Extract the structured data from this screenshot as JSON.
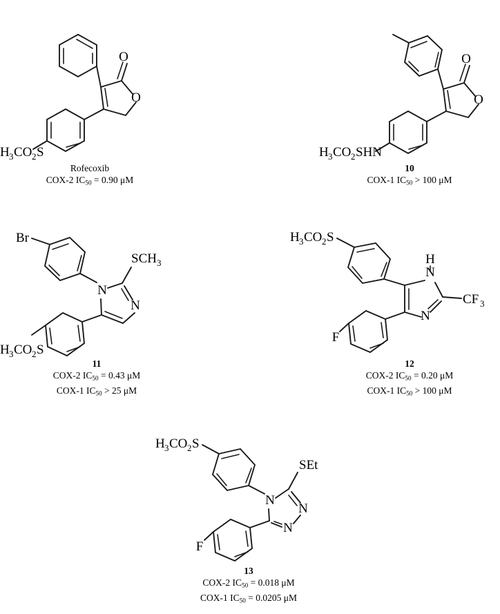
{
  "figure": {
    "type": "chemical-structure-panel",
    "background_color": "#ffffff",
    "ink_color": "#1a1a1a",
    "units": "μM"
  },
  "compounds": [
    {
      "id": "rofecoxib",
      "name": "Rofecoxib",
      "label_is_bold": false,
      "core": "3-phenyl-4-(4-methylsulfonylphenyl)-2(5H)-furanone",
      "atom_labels": [
        "O",
        "O",
        "H",
        "3",
        "CO",
        "2",
        "S"
      ],
      "substituent_text": "H₃CO₂S",
      "data_lines": [
        "COX-2 IC₅₀ = 0.90 μM"
      ],
      "assays": [
        {
          "enzyme": "COX-2",
          "metric": "IC50",
          "operator": "=",
          "value": "0.90",
          "unit": "μM"
        }
      ]
    },
    {
      "id": "compound-10",
      "name": "10",
      "label_is_bold": true,
      "core": "3-(4-methylphenyl)-4-(4-(methanesulfonamido)phenyl)-2(5H)-furanone",
      "substituent_text": "H₃CO₂SHN",
      "data_lines": [
        "COX-1 IC₅₀ > 100 μM"
      ],
      "assays": [
        {
          "enzyme": "COX-1",
          "metric": "IC50",
          "operator": ">",
          "value": "100",
          "unit": "μM"
        }
      ]
    },
    {
      "id": "compound-11",
      "name": "11",
      "label_is_bold": true,
      "core": "1-(4-bromophenyl)-2-(methylthio)-5-(4-methylsulfonylphenyl)imidazole",
      "substituent_text": "H₃CO₂S",
      "atom_text": {
        "bromine": "Br",
        "thioether": "SCH₃",
        "ring_n1": "N",
        "ring_n3": "N"
      },
      "data_lines": [
        "COX-2 IC₅₀ = 0.43 μM",
        "COX-1 IC₅₀ > 25 μM"
      ],
      "assays": [
        {
          "enzyme": "COX-2",
          "metric": "IC50",
          "operator": "=",
          "value": "0.43",
          "unit": "μM"
        },
        {
          "enzyme": "COX-1",
          "metric": "IC50",
          "operator": ">",
          "value": "25",
          "unit": "μM"
        }
      ]
    },
    {
      "id": "compound-12",
      "name": "12",
      "label_is_bold": true,
      "core": "4-(4-methylsulfonylphenyl)-5-(4-fluorophenyl)-2-(trifluoromethyl)imidazole",
      "substituent_text": "H₃CO₂S",
      "atom_text": {
        "fluorine": "F",
        "cf3": "CF₃",
        "nh": "H",
        "ring_n1": "N",
        "ring_n3": "N"
      },
      "data_lines": [
        "COX-2 IC₅₀ = 0.20 μM",
        "COX-1 IC₅₀ > 100 μM"
      ],
      "assays": [
        {
          "enzyme": "COX-2",
          "metric": "IC50",
          "operator": "=",
          "value": "0.20",
          "unit": "μM"
        },
        {
          "enzyme": "COX-1",
          "metric": "IC50",
          "operator": ">",
          "value": "100",
          "unit": "μM"
        }
      ]
    },
    {
      "id": "compound-13",
      "name": "13",
      "label_is_bold": true,
      "core": "4-(4-methylsulfonylphenyl)-3-(4-fluorophenyl)-5-(ethylthio)-4H-1,2,4-triazole",
      "substituent_text": "H₃CO₂S",
      "atom_text": {
        "fluorine": "F",
        "thioether": "SEt",
        "ring_n4": "N",
        "ring_n1": "N",
        "ring_n2": "N"
      },
      "data_lines": [
        "COX-2 IC₅₀ = 0.018 μM",
        "COX-1 IC₅₀ = 0.0205 μM"
      ],
      "assays": [
        {
          "enzyme": "COX-2",
          "metric": "IC50",
          "operator": "=",
          "value": "0.018",
          "unit": "μM"
        },
        {
          "enzyme": "COX-1",
          "metric": "IC50",
          "operator": "=",
          "value": "0.0205",
          "unit": "μM"
        }
      ]
    }
  ],
  "captions": {
    "rofecoxib": {
      "line1": "Rofecoxib",
      "line2_pre": "COX-2 IC",
      "line2_sub": "50",
      "line2_post": " = 0.90 μM"
    },
    "c10": {
      "line1": "10",
      "line2_pre": "COX-1 IC",
      "line2_sub": "50",
      "line2_post": " > 100 μM"
    },
    "c11": {
      "line1": "11",
      "line2_pre": "COX-2 IC",
      "line2_sub": "50",
      "line2_post": " = 0.43 μM",
      "line3_pre": "COX-1 IC",
      "line3_sub": "50",
      "line3_post": " > 25 μM"
    },
    "c12": {
      "line1": "12",
      "line2_pre": "COX-2 IC",
      "line2_sub": "50",
      "line2_post": " = 0.20 μM",
      "line3_pre": "COX-1 IC",
      "line3_sub": "50",
      "line3_post": " > 100 μM"
    },
    "c13": {
      "line1": "13",
      "line2_pre": "COX-2 IC",
      "line2_sub": "50",
      "line2_post": " = 0.018 μM",
      "line3_pre": "COX-1 IC",
      "line3_sub": "50",
      "line3_post": " = 0.0205 μM"
    }
  },
  "atom_glyphs": {
    "oxygen": "O",
    "nitrogen": "N",
    "sulfur": "S",
    "fluorine": "F",
    "bromine": "Br",
    "hydrogen": "H",
    "methylthio": "SCH",
    "methylthio_sub": "3",
    "ethylthio": "SEt",
    "trifluoromethyl": "CF",
    "trifluoromethyl_sub": "3",
    "methylsulfonyl_h": "H",
    "methylsulfonyl_h_sub": "3",
    "methylsulfonyl_co": "CO",
    "methylsulfonyl_co_sub": "2",
    "methylsulfonyl_s": "S",
    "sulfonamide_hn": "HN"
  }
}
